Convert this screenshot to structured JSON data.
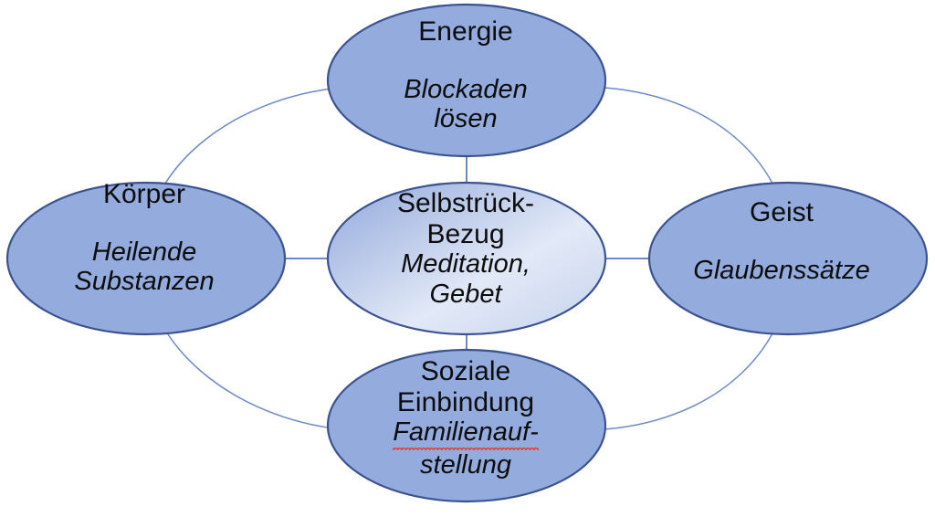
{
  "diagram": {
    "type": "concept-map",
    "language": "de",
    "background_color": "#ffffff",
    "palette": {
      "node_fill": "#93abdd",
      "node_fill_light": "#dde4f4",
      "node_stroke": "#3b5390",
      "connector_stroke": "#6d8ac4",
      "text_color": "#0d0d0d",
      "spellcheck_underline": "#e03a30"
    },
    "nodes": [
      {
        "id": "energie",
        "title": "Energie",
        "subtitle_lines": [
          "Blockaden",
          "lösen"
        ],
        "position": "top",
        "fill_style": "solid",
        "spellcheck_flag": false
      },
      {
        "id": "koerper",
        "title": "Körper",
        "subtitle_lines": [
          "Heilende",
          "Substanzen"
        ],
        "position": "left",
        "fill_style": "solid",
        "spellcheck_flag": false
      },
      {
        "id": "selbstrueckbezug",
        "title_lines": [
          "Selbstrück-",
          "Bezug"
        ],
        "subtitle_lines": [
          "Meditation,",
          "Gebet"
        ],
        "position": "center",
        "fill_style": "gradient",
        "spellcheck_flag": false
      },
      {
        "id": "geist",
        "title": "Geist",
        "subtitle_lines": [
          "Glaubenssätze"
        ],
        "position": "right",
        "fill_style": "solid",
        "spellcheck_flag": false
      },
      {
        "id": "soziale-einbindung",
        "title_lines": [
          "Soziale",
          "Einbindung"
        ],
        "subtitle_lines": [
          "Familienauf-",
          "stellung"
        ],
        "position": "bottom",
        "fill_style": "solid",
        "spellcheck_flag": true,
        "spellcheck_word": "Familienauf-"
      }
    ],
    "connectors": [
      {
        "id": "koerper-center",
        "from": "koerper",
        "to": "selbstrueckbezug",
        "shape": "straight"
      },
      {
        "id": "center-geist",
        "from": "selbstrueckbezug",
        "to": "geist",
        "shape": "straight"
      },
      {
        "id": "energie-center",
        "from": "energie",
        "to": "selbstrueckbezug",
        "shape": "straight"
      },
      {
        "id": "center-soziale",
        "from": "selbstrueckbezug",
        "to": "soziale-einbindung",
        "shape": "straight"
      },
      {
        "id": "koerper-energie",
        "from": "koerper",
        "to": "energie",
        "shape": "arc"
      },
      {
        "id": "energie-geist",
        "from": "energie",
        "to": "geist",
        "shape": "arc"
      },
      {
        "id": "koerper-soziale",
        "from": "koerper",
        "to": "soziale-einbindung",
        "shape": "arc"
      },
      {
        "id": "soziale-geist",
        "from": "soziale-einbindung",
        "to": "geist",
        "shape": "arc"
      }
    ]
  }
}
